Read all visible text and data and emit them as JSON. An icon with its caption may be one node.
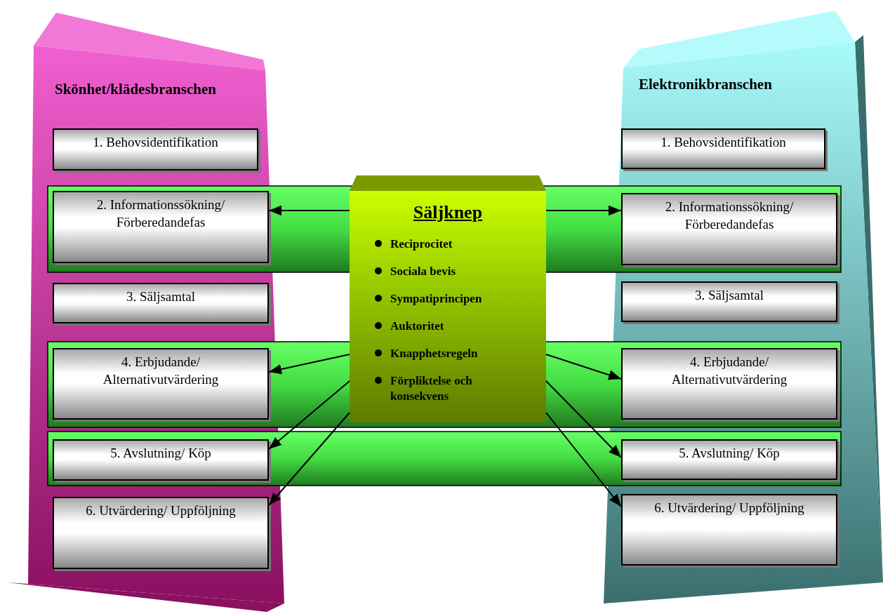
{
  "diagram": {
    "nodes": [
      {
        "text": [
          "Skönhet/klädesbranschen"
        ]
      },
      {
        "text": [
          "1. Behovsidentifikation"
        ],
        "in": 0
      },
      {
        "text": [
          "2. Informationssökning/ Förberedandefas"
        ],
        "in": 0
      },
      {
        "text": [
          "3. Säljsamtal"
        ],
        "in": 0
      },
      {
        "text": [
          "4. Erbjudande/ Alternativutvärdering"
        ],
        "in": 0
      },
      {
        "text": [
          "5. Avslutning/ Köp"
        ],
        "in": 0
      },
      {
        "text": [
          "6. Utvärdering/ Uppföljning"
        ],
        "in": 0
      },
      {
        "text": [
          "Elektronikbranschen"
        ]
      },
      {
        "text": [
          "1. Behovsidentifikation"
        ],
        "in": 7
      },
      {
        "text": [
          "2. Informationssökning/ Förberedandefas"
        ],
        "in": 7
      },
      {
        "text": [
          "3. Säljsamtal"
        ],
        "in": 7
      },
      {
        "text": [
          "4. Erbjudande/ Alternativutvärdering"
        ],
        "in": 7
      },
      {
        "text": [
          "5. Avslutning/ Köp"
        ],
        "in": 7
      },
      {
        "text": [
          "6. Utvärdering/ Uppföljning"
        ],
        "in": 7
      },
      {
        "text": [
          "Säljknep",
          "Reciprocitet",
          "Sociala bevis",
          "Sympatiprincipen",
          "Auktoritet",
          "Knapphetsregeln",
          "Förpliktelse och konsekvens"
        ]
      }
    ],
    "edges": [
      {
        "from": 14,
        "to": 2,
        "arrow": "to"
      },
      {
        "from": 14,
        "to": 4,
        "arrow": "to"
      },
      {
        "from": 14,
        "to": 5,
        "arrow": "to"
      },
      {
        "from": 14,
        "to": 6,
        "arrow": "to"
      },
      {
        "from": 14,
        "to": 9,
        "arrow": "to"
      },
      {
        "from": 14,
        "to": 11,
        "arrow": "to"
      },
      {
        "from": 14,
        "to": 12,
        "arrow": "to"
      },
      {
        "from": 14,
        "to": 13,
        "arrow": "to"
      }
    ]
  }
}
